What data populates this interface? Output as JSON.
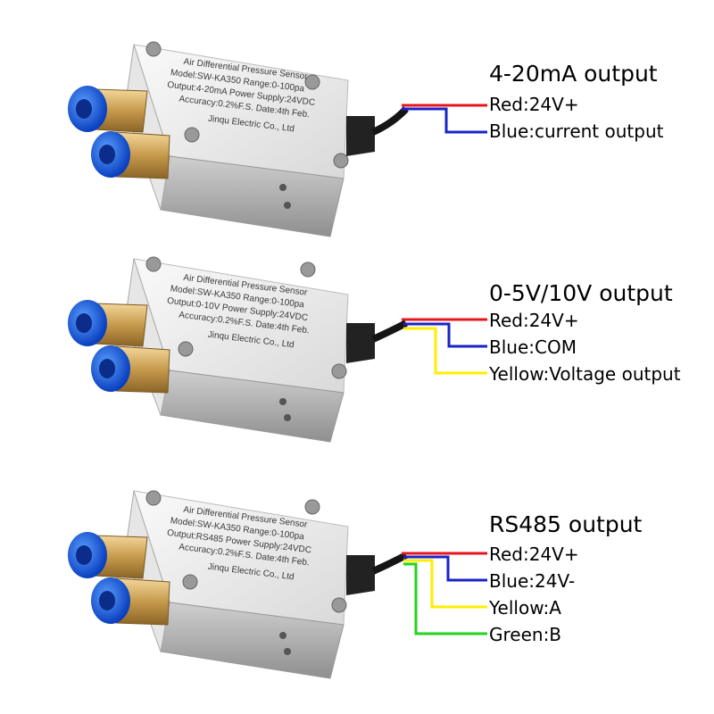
{
  "colors": {
    "red": "#e8141b",
    "blue": "#1a23c8",
    "yellow": "#ffee00",
    "green": "#25d21e",
    "cable": "#151515"
  },
  "device_label": {
    "title": "Air Differential Pressure Sensor",
    "model_line": "Model:SW-KA350  Range:0-100pa",
    "accuracy_line": "Accuracy:0.2%F.S.  Date:4th Feb.",
    "maker_line": "Jinqu Electric Co., Ltd"
  },
  "panels": [
    {
      "title": "4-20mA output",
      "output_line": "Output:4-20mA  Power Supply:24VDC",
      "wires": [
        {
          "color": "red",
          "label": "Red:24V+"
        },
        {
          "color": "blue",
          "label": "Blue:current output"
        }
      ]
    },
    {
      "title": "0-5V/10V output",
      "output_line": "Output:0-10V  Power Supply:24VDC",
      "wires": [
        {
          "color": "red",
          "label": "Red:24V+"
        },
        {
          "color": "blue",
          "label": "Blue:COM"
        },
        {
          "color": "yellow",
          "label": "Yellow:Voltage output"
        }
      ]
    },
    {
      "title": "RS485 output",
      "output_line": "Output:RS485  Power Supply:24VDC",
      "wires": [
        {
          "color": "red",
          "label": "Red:24V+"
        },
        {
          "color": "blue",
          "label": "Blue:24V-"
        },
        {
          "color": "yellow",
          "label": "Yellow:A"
        },
        {
          "color": "green",
          "label": "Green:B"
        }
      ]
    }
  ]
}
